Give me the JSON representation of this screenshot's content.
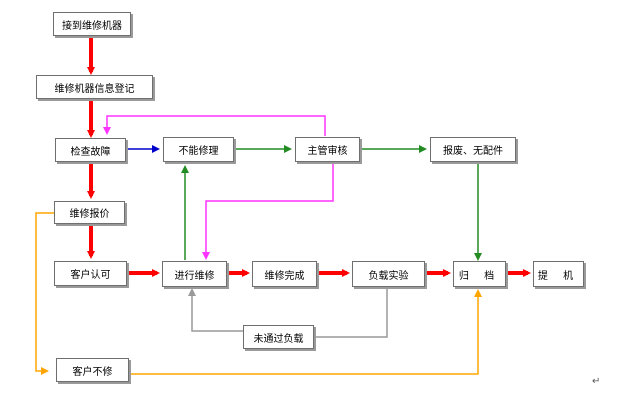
{
  "colors": {
    "main_flow": "#ff0000",
    "to_cannot_repair": "#0000cc",
    "approve_flow": "#228b22",
    "supervisor_return": "#ff33ff",
    "not_passed": "#999999",
    "customer_decline": "#ffa500"
  },
  "nodes": {
    "receive": "接到维修机器",
    "register": "维修机器信息登记",
    "inspect": "检查故障",
    "quote": "维修报价",
    "customer_approve": "客户认可",
    "customer_decline": "客户不修",
    "cannot_repair": "不能修理",
    "supervisor": "主管审核",
    "scrap": "报废、无配件",
    "repairing": "进行维修",
    "repair_done": "维修完成",
    "load_test": "负载实验",
    "archive": "归 档",
    "pickup": "提 机",
    "not_passed": "未通过负载"
  },
  "paragraph_mark": "↵"
}
